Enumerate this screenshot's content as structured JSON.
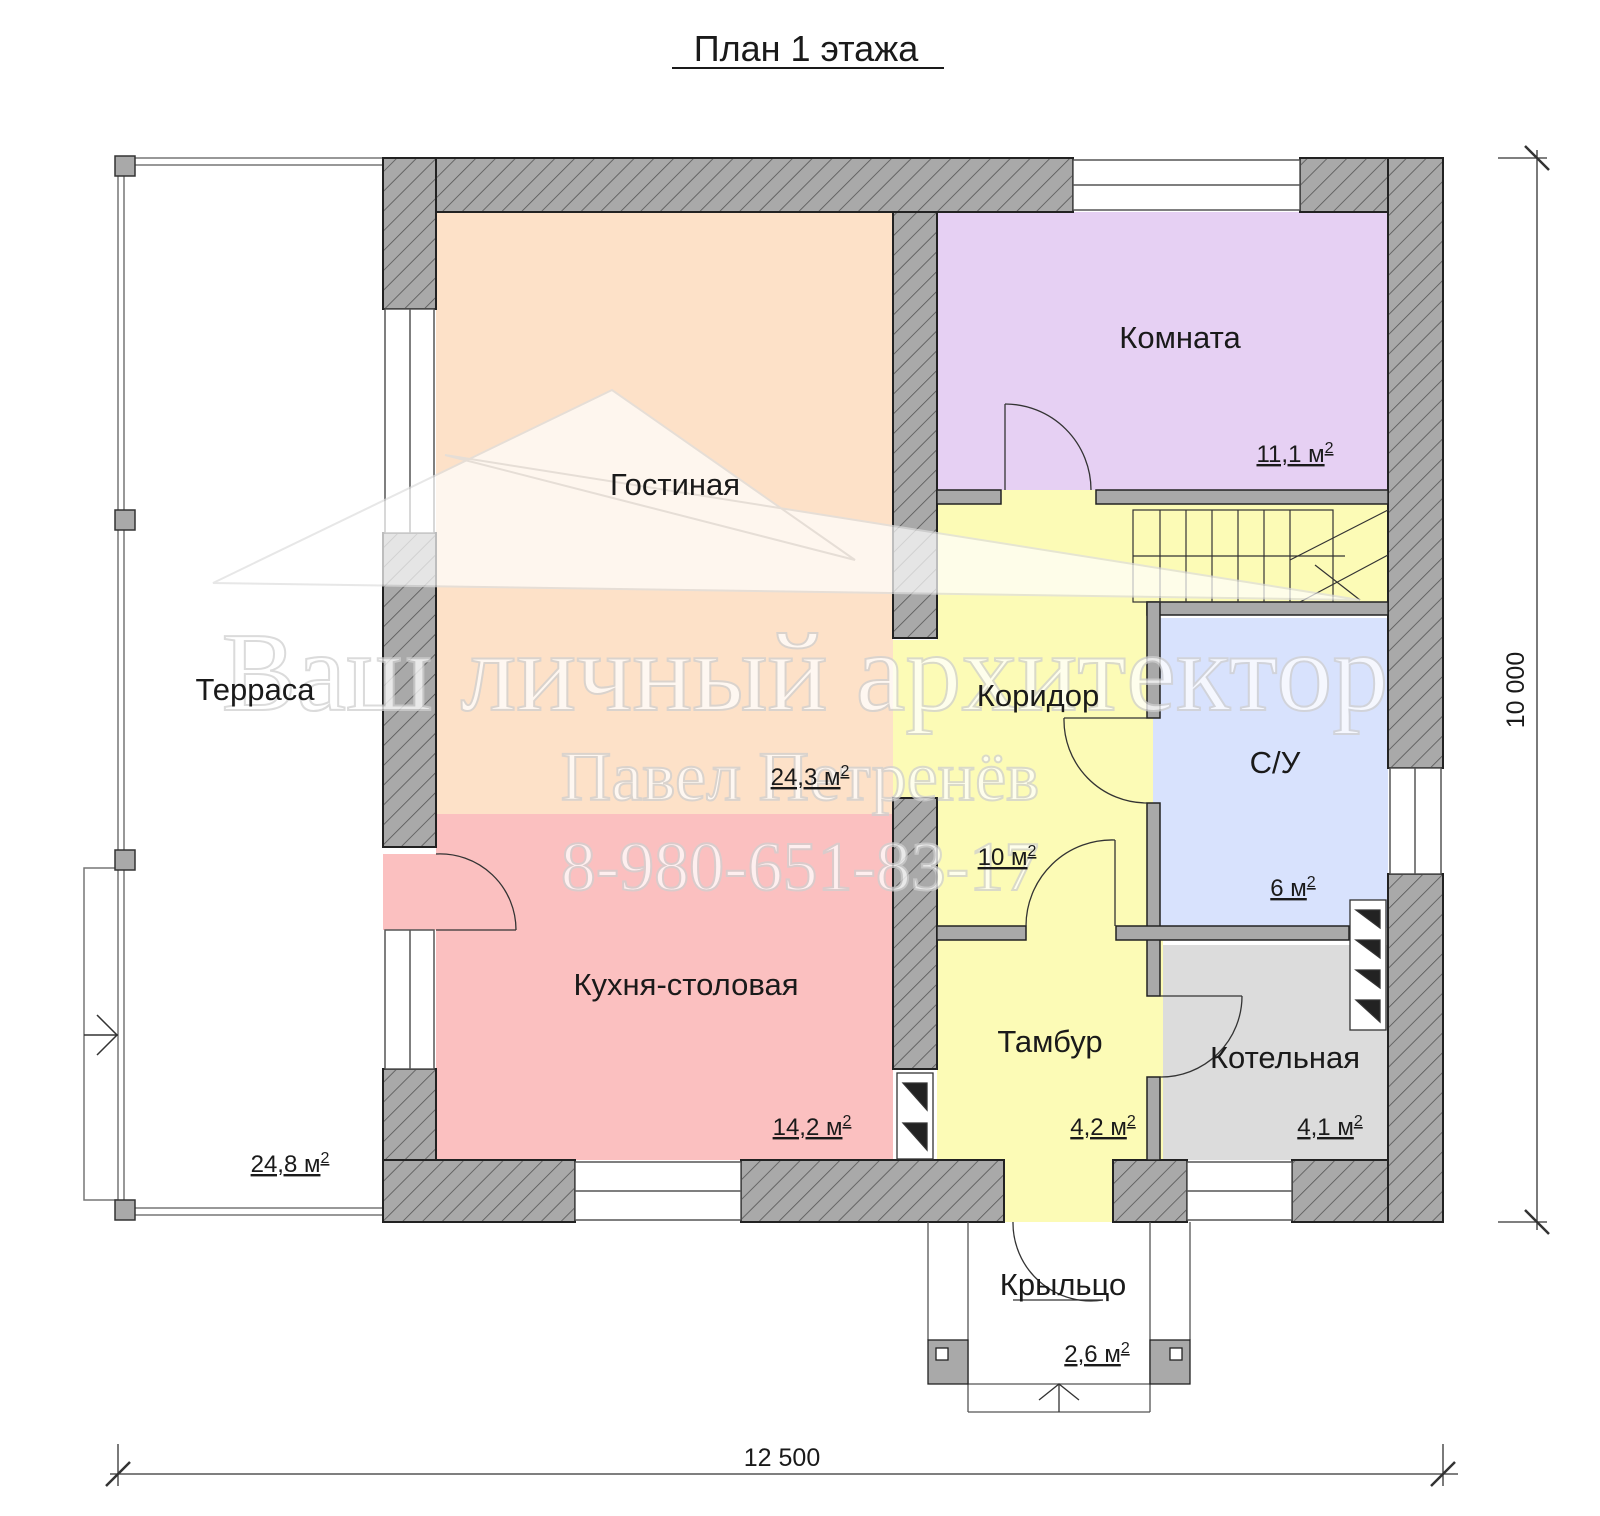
{
  "title": "План 1 этажа",
  "dimensions": {
    "width": "12 500",
    "height": "10 000"
  },
  "rooms": {
    "terrace": {
      "name": "Терраса",
      "area": "24,8 м"
    },
    "living": {
      "name": "Гостиная",
      "area": "24,3 м"
    },
    "room": {
      "name": "Комната",
      "area": "11,1 м"
    },
    "corridor": {
      "name": "Коридор",
      "area": "10 м"
    },
    "bathroom": {
      "name": "С/У",
      "area": "6 м"
    },
    "kitchen": {
      "name": "Кухня-столовая",
      "area": "14,2 м"
    },
    "vestibule": {
      "name": "Тамбур",
      "area": "4,2 м"
    },
    "boiler": {
      "name": "Котельная",
      "area": "4,1 м"
    },
    "porch": {
      "name": "Крыльцо",
      "area": "2,6 м"
    }
  },
  "area_unit_exponent": "2",
  "watermark": {
    "line1": "Ваш личный архитектор",
    "line2": "Павел Петренёв",
    "line3": "8-980-651-83-17"
  },
  "colors": {
    "living": "#fde1c8",
    "room": "#e6d0f3",
    "corridor": "#fcfbb6",
    "bathroom": "#d8e2fd",
    "kitchen": "#fbc0c0",
    "boiler": "#dcdcdc",
    "wall": "#a9a9a9"
  }
}
